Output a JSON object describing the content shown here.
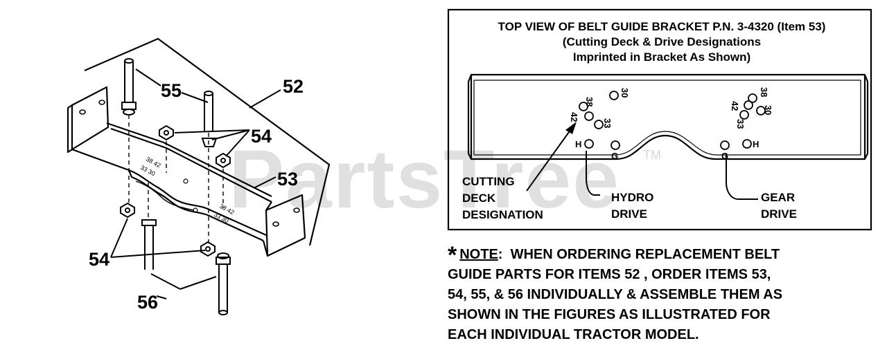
{
  "watermark": {
    "text": "PartsTree",
    "trademark": "TM"
  },
  "callouts": {
    "c52": "52",
    "c53": "53",
    "c54_top": "54",
    "c54_bottom": "54",
    "c55": "55",
    "c56": "56"
  },
  "inset": {
    "title_lines": [
      "TOP VIEW OF BELT GUIDE BRACKET P.N. 3-4320 (Item 53)",
      "(Cutting Deck & Drive Designations",
      "Imprinted in Bracket As Shown)"
    ],
    "hole_labels": {
      "left_38": "38",
      "left_42": "42",
      "left_30": "30",
      "left_33": "33",
      "left_H": "H",
      "left_G": "G",
      "right_38": "38",
      "right_42": "42",
      "right_30": "30",
      "right_33": "33",
      "right_H": "H",
      "right_G": "G"
    },
    "labels": {
      "cutting_deck": [
        "CUTTING",
        "DECK",
        "DESIGNATION"
      ],
      "hydro_drive": [
        "HYDRO",
        "DRIVE"
      ],
      "gear_drive": [
        "GEAR",
        "DRIVE"
      ]
    }
  },
  "note": {
    "asterisk": "*",
    "heading": "NOTE",
    "colon": ":",
    "line1": "WHEN ORDERING REPLACEMENT BELT",
    "lines": [
      "GUIDE PARTS FOR ITEMS 52 , ORDER ITEMS 53,",
      "54, 55, & 56 INDIVIDUALLY & ASSEMBLE THEM AS",
      "SHOWN IN THE FIGURES AS ILLUSTRATED FOR",
      "EACH INDIVIDUAL TRACTOR MODEL."
    ]
  },
  "colors": {
    "ink": "#000000",
    "paper": "#ffffff",
    "watermark": "#c8c8c8"
  }
}
